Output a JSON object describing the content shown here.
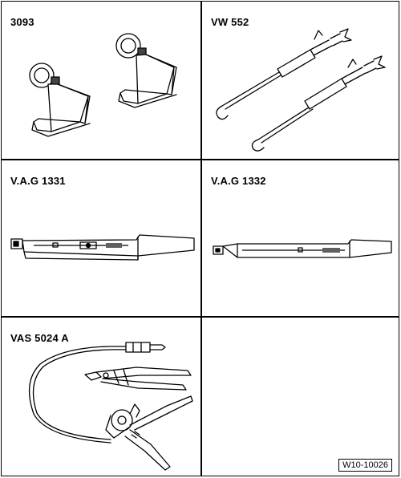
{
  "tools": [
    {
      "label": "3093",
      "icon": "clamp-pair-icon"
    },
    {
      "label": "VW 552",
      "icon": "hook-tool-pair-icon"
    },
    {
      "label": "V.A.G 1331",
      "icon": "torque-wrench-icon"
    },
    {
      "label": "V.A.G 1332",
      "icon": "torque-wrench-icon"
    },
    {
      "label": "VAS 5024 A",
      "icon": "hose-clip-pliers-icon"
    }
  ],
  "figure_number": "W10-10026"
}
